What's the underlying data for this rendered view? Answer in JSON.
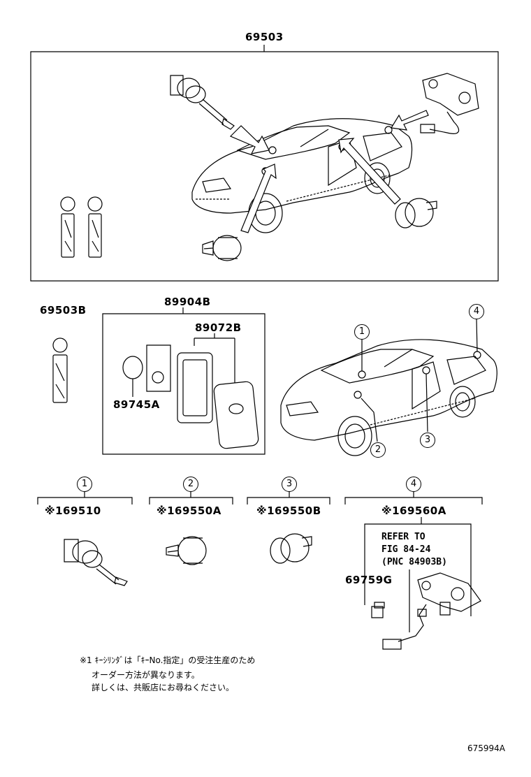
{
  "labels": {
    "assy_main": "69503",
    "key_blank": "69503B",
    "transmitter_assy": "89904B",
    "transmitter_case": "89072B",
    "battery": "89745A",
    "idx1": "1",
    "idx2": "2",
    "idx3": "3",
    "idx4": "4",
    "part1": "※169510",
    "part2": "※169550A",
    "part3": "※169550B",
    "part4": "※169560A",
    "refer_line1": "REFER TO",
    "refer_line2": "FIG 84-24",
    "refer_line3": "(PNC 84903B)",
    "connector": "69759G",
    "footnote_line1": "※1 ｷｰｼﾘﾝﾀﾞは「ｷｰNo.指定」の受注生産のため",
    "footnote_line2": "オーダー方法が異なります。",
    "footnote_line3": "詳しくは、共販店にお尋ねください。",
    "figure_id": "675994A"
  }
}
